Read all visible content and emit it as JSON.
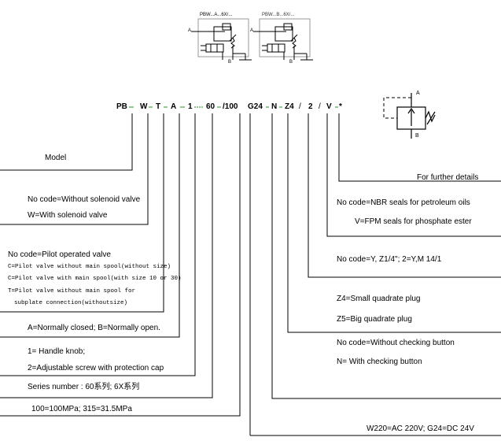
{
  "symbols": {
    "left_caption": "PBW...A...6X/...",
    "right_caption": "PBW...B...6X/...",
    "port_a": "A",
    "port_b": "B"
  },
  "code_segments": [
    "PB",
    "W",
    "T",
    "A",
    "1",
    "60",
    "/100",
    "G24",
    "N",
    "Z4",
    "/",
    "2",
    "/",
    "V",
    "*"
  ],
  "labels": {
    "model": "Model",
    "w_none": "No code=Without solenoid valve",
    "w_yes": "W=With solenoid valve",
    "t_pilot": "No code=Pilot operated valve",
    "t_c_nosize": "C=Pilot valve without main spool(without size)",
    "t_c_size": "C=Pilot valve with main spool(with size 10 or 30)",
    "t_t": "T=Pilot valve without main spool for",
    "t_t2": "subplate connection(withoutsize)",
    "a_b": "A=Normally closed; B=Normally open.",
    "knob1": "1= Handle knob;",
    "knob2": "2=Adjustable screw with protection cap",
    "series": "Series number : 60系列; 6X系列",
    "pressure": "100=100MPa; 315=31.5MPa",
    "further": "For further details",
    "nbr": "No code=NBR seals for petroleum oils",
    "fpm": "V=FPM seals for phosphate ester",
    "thread": "No code=Y, Z1/4\"; 2=Y,M 14/1",
    "z4": "Z4=Small quadrate plug",
    "z5": "Z5=Big quadrate plug",
    "no_check": "No code=Without checking button",
    "check": "N= With checking button",
    "voltage": "W220=AC 220V; G24=DC 24V"
  },
  "colors": {
    "line": "#000000",
    "underline": "#2e8b2e"
  }
}
